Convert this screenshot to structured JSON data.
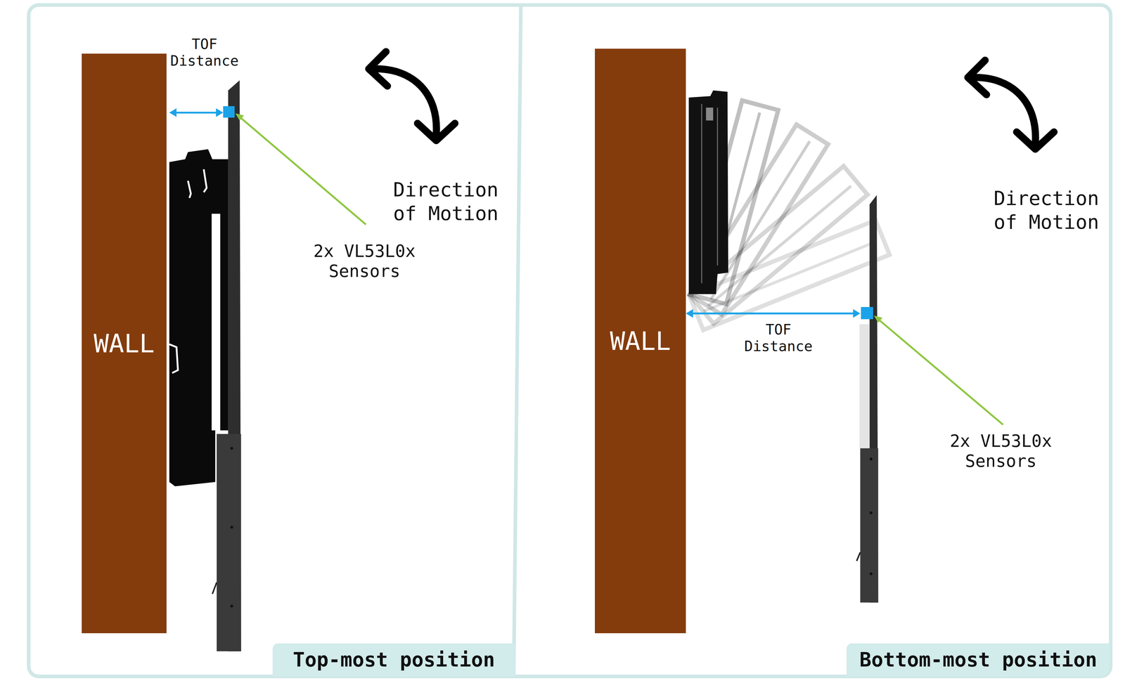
{
  "diagram": {
    "nodes": [
      {
        "text": [
          "WALL"
        ]
      },
      {
        "text": [
          "Top-most position"
        ]
      },
      {
        "text": [
          "WALL"
        ]
      },
      {
        "text": [
          "Bottom-most position"
        ]
      }
    ],
    "labels": [
      "TOF Distance",
      "Direction of Motion",
      "2x VL53L0x Sensors",
      "TOF Distance",
      "Direction of Motion",
      "2x VL53L0x Sensors"
    ]
  }
}
